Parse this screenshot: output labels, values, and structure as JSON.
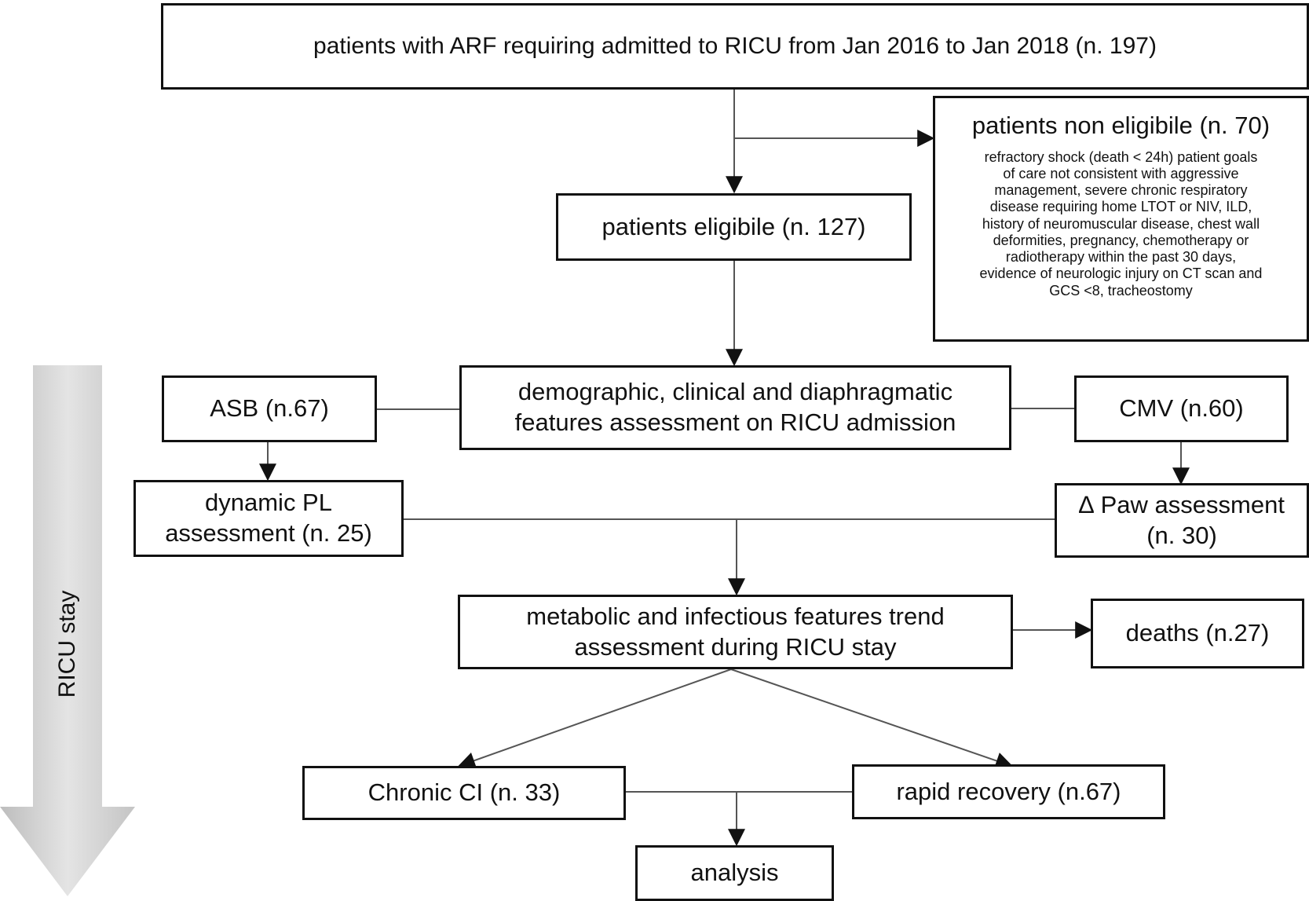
{
  "side_label": "RICU stay",
  "boxes": {
    "admitted": {
      "lines": [
        "patients with ARF requiring admitted to RICU from Jan 2016 to Jan 2018 (n. 197)"
      ]
    },
    "non_eligible": {
      "title": "patients non eligibile (n. 70)",
      "lines": [
        "refractory shock (death < 24h) patient goals",
        "of care not consistent with aggressive",
        "management, severe chronic respiratory",
        "disease requiring home LTOT or NIV, ILD,",
        "history of neuromuscular disease, chest wall",
        "deformities, pregnancy, chemotherapy or",
        "radiotherapy within the past 30 days,",
        "evidence of neurologic injury on CT scan and",
        "GCS <8, tracheostomy"
      ]
    },
    "eligible": {
      "lines": [
        "patients eligibile (n. 127)"
      ]
    },
    "assessment": {
      "lines": [
        "demographic, clinical and diaphragmatic",
        "features assessment on RICU admission"
      ]
    },
    "asb": {
      "lines": [
        "ASB (n.67)"
      ]
    },
    "cmv": {
      "lines": [
        "CMV (n.60)"
      ]
    },
    "dynamic_pl": {
      "lines": [
        "dynamic PL",
        "assessment (n. 25)"
      ]
    },
    "paw": {
      "lines": [
        "∆ Paw assessment",
        "(n. 30)"
      ]
    },
    "metabolic": {
      "lines": [
        "metabolic and infectious features trend",
        "assessment during RICU stay"
      ]
    },
    "deaths": {
      "lines": [
        "deaths (n.27)"
      ]
    },
    "chronic": {
      "lines": [
        "Chronic CI (n. 33)"
      ]
    },
    "rapid": {
      "lines": [
        "rapid recovery (n.67)"
      ]
    },
    "analysis": {
      "lines": [
        "analysis"
      ]
    }
  },
  "colors": {
    "stroke": "#111111",
    "side_arrow": "#d6d6d6"
  }
}
